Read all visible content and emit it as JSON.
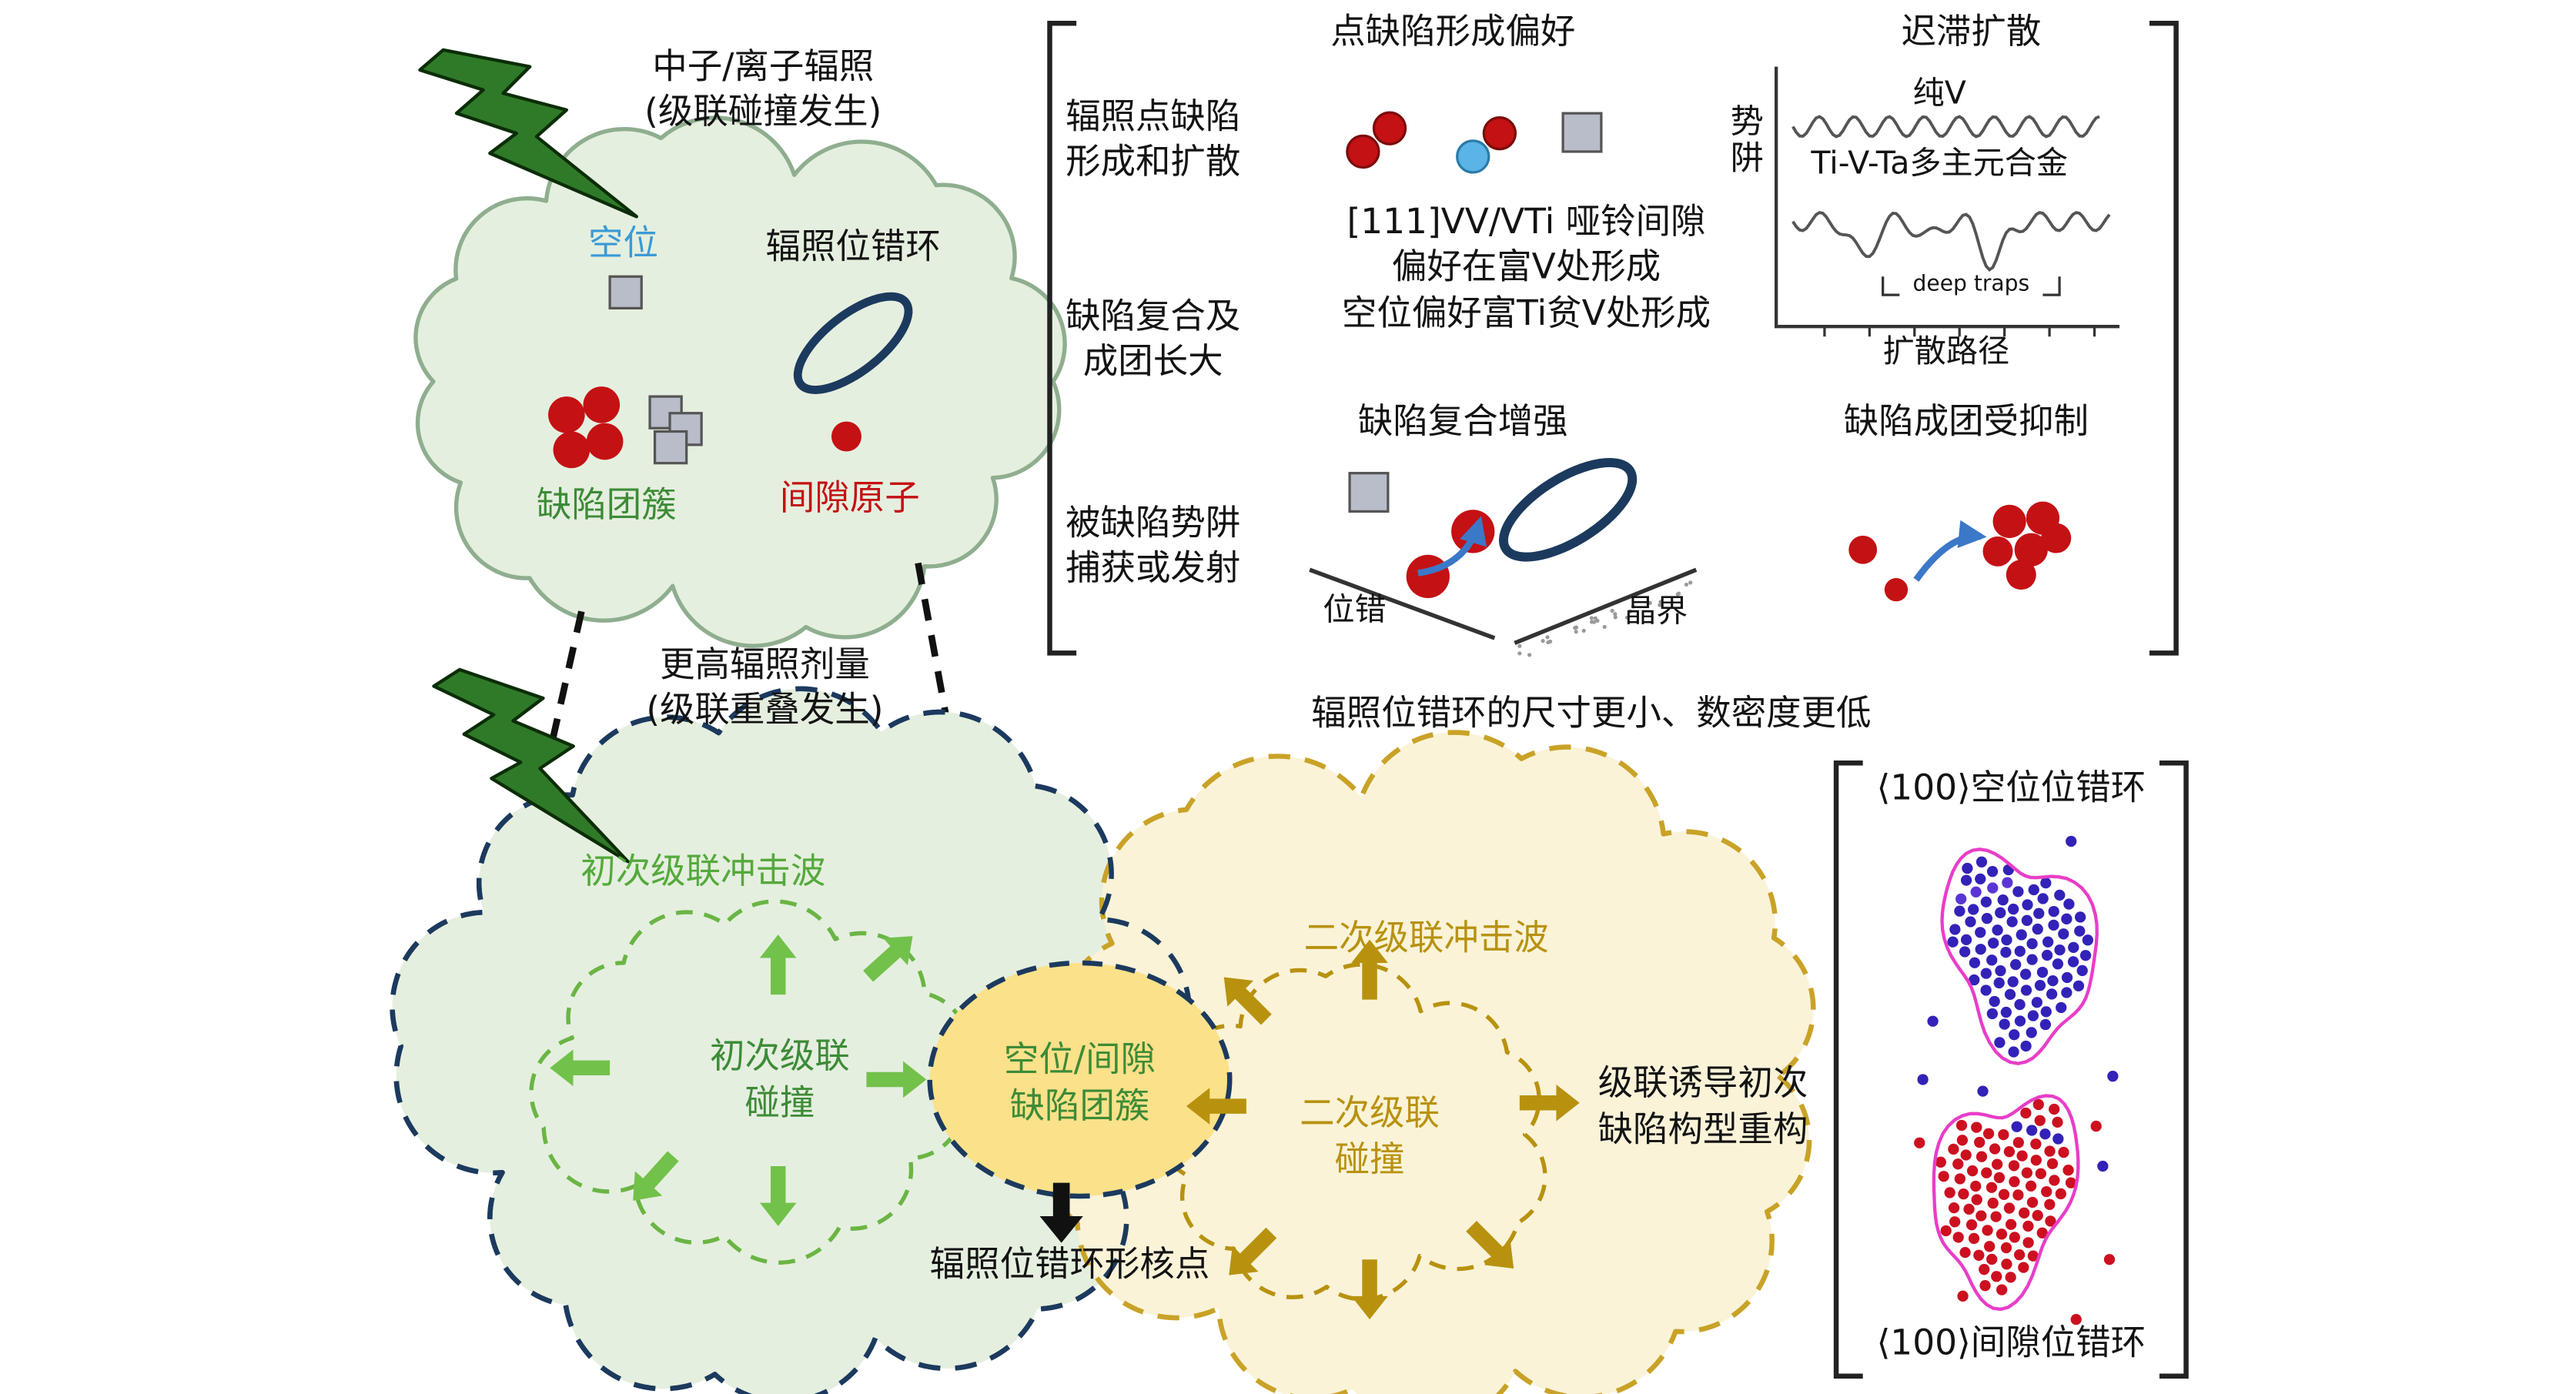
{
  "top_left": {
    "title_line1": "中子/离子辐照",
    "title_line2": "(级联碰撞发生)",
    "vacancy_label": "空位",
    "loop_label": "辐照位错环",
    "cluster_label": "缺陷团簇",
    "interstitial_label": "间隙原子",
    "dose_line1": "更高辐照剂量",
    "dose_line2": "(级联重叠发生)"
  },
  "top_right": {
    "col1_title": "点缺陷形成偏好",
    "col2_title": "迟滞扩散",
    "row1_label_line1": "辐照点缺陷",
    "row1_label_line2": "形成和扩散",
    "row2_label_line1": "缺陷复合及",
    "row2_label_line2": "成团长大",
    "row3_label_line1": "被缺陷势阱",
    "row3_label_line2": "捕获或发射",
    "dumbbell_line1": "[111]VV/VTi 哑铃间隙",
    "dumbbell_line2": "偏好在富V处形成",
    "dumbbell_line3": "空位偏好富Ti贫V处形成",
    "pure_v": "纯V",
    "alloy": "Ti-V-Ta多主元合金",
    "potential_axis": "势阱",
    "deep_traps": "deep traps",
    "diffusion_path": "扩散路径",
    "recombination_title": "缺陷复合增强",
    "dislocation_label": "位错",
    "grain_boundary_label": "晶界",
    "clustering_title": "缺陷成团受抑制"
  },
  "middle": {
    "loop_note": "辐照位错环的尺寸更小、数密度更低"
  },
  "bottom_left": {
    "shockwave_label": "初次级联冲击波",
    "cascade_line1": "初次级联",
    "cascade_line2": "碰撞",
    "center_line1": "空位/间隙",
    "center_line2": "缺陷团簇",
    "nucleation_label": "辐照位错环形核点"
  },
  "bottom_right": {
    "shockwave_label": "二次级联冲击波",
    "cascade_line1": "二次级联",
    "cascade_line2": "碰撞",
    "reconfig_line1": "级联诱导初次",
    "reconfig_line2": "缺陷构型重构",
    "vacancy_loop_label": "⟨100⟩空位位错环",
    "interstitial_loop_label": "⟨100⟩间隙位错环"
  },
  "colors": {
    "cloud_green_fill": "#e5efdf",
    "cloud_green_stroke": "#8fae8f",
    "navy": "#1c3a5e",
    "inner_green_stroke": "#6ab544",
    "green_text": "#3d8b37",
    "shockwave_green": "#55a93c",
    "arrow_green": "#72c14b",
    "cloud_yellow_fill": "#faf3d8",
    "cloud_yellow_stroke": "#c9a227",
    "yellow_text": "#b8920f",
    "ellipse_yellow_fill": "#fbe189",
    "red": "#c41114",
    "blue_particle": "#5ab4e5",
    "blue_text": "#3b9ad6",
    "arrow_blue": "#3c78c8",
    "magenta_outline": "#e83ec8",
    "vacancy_dot": "#3322b8",
    "interstitial_dot": "#cc1020",
    "gray_square": "#b9bdc9",
    "bolt_green": "#2f7a28"
  }
}
